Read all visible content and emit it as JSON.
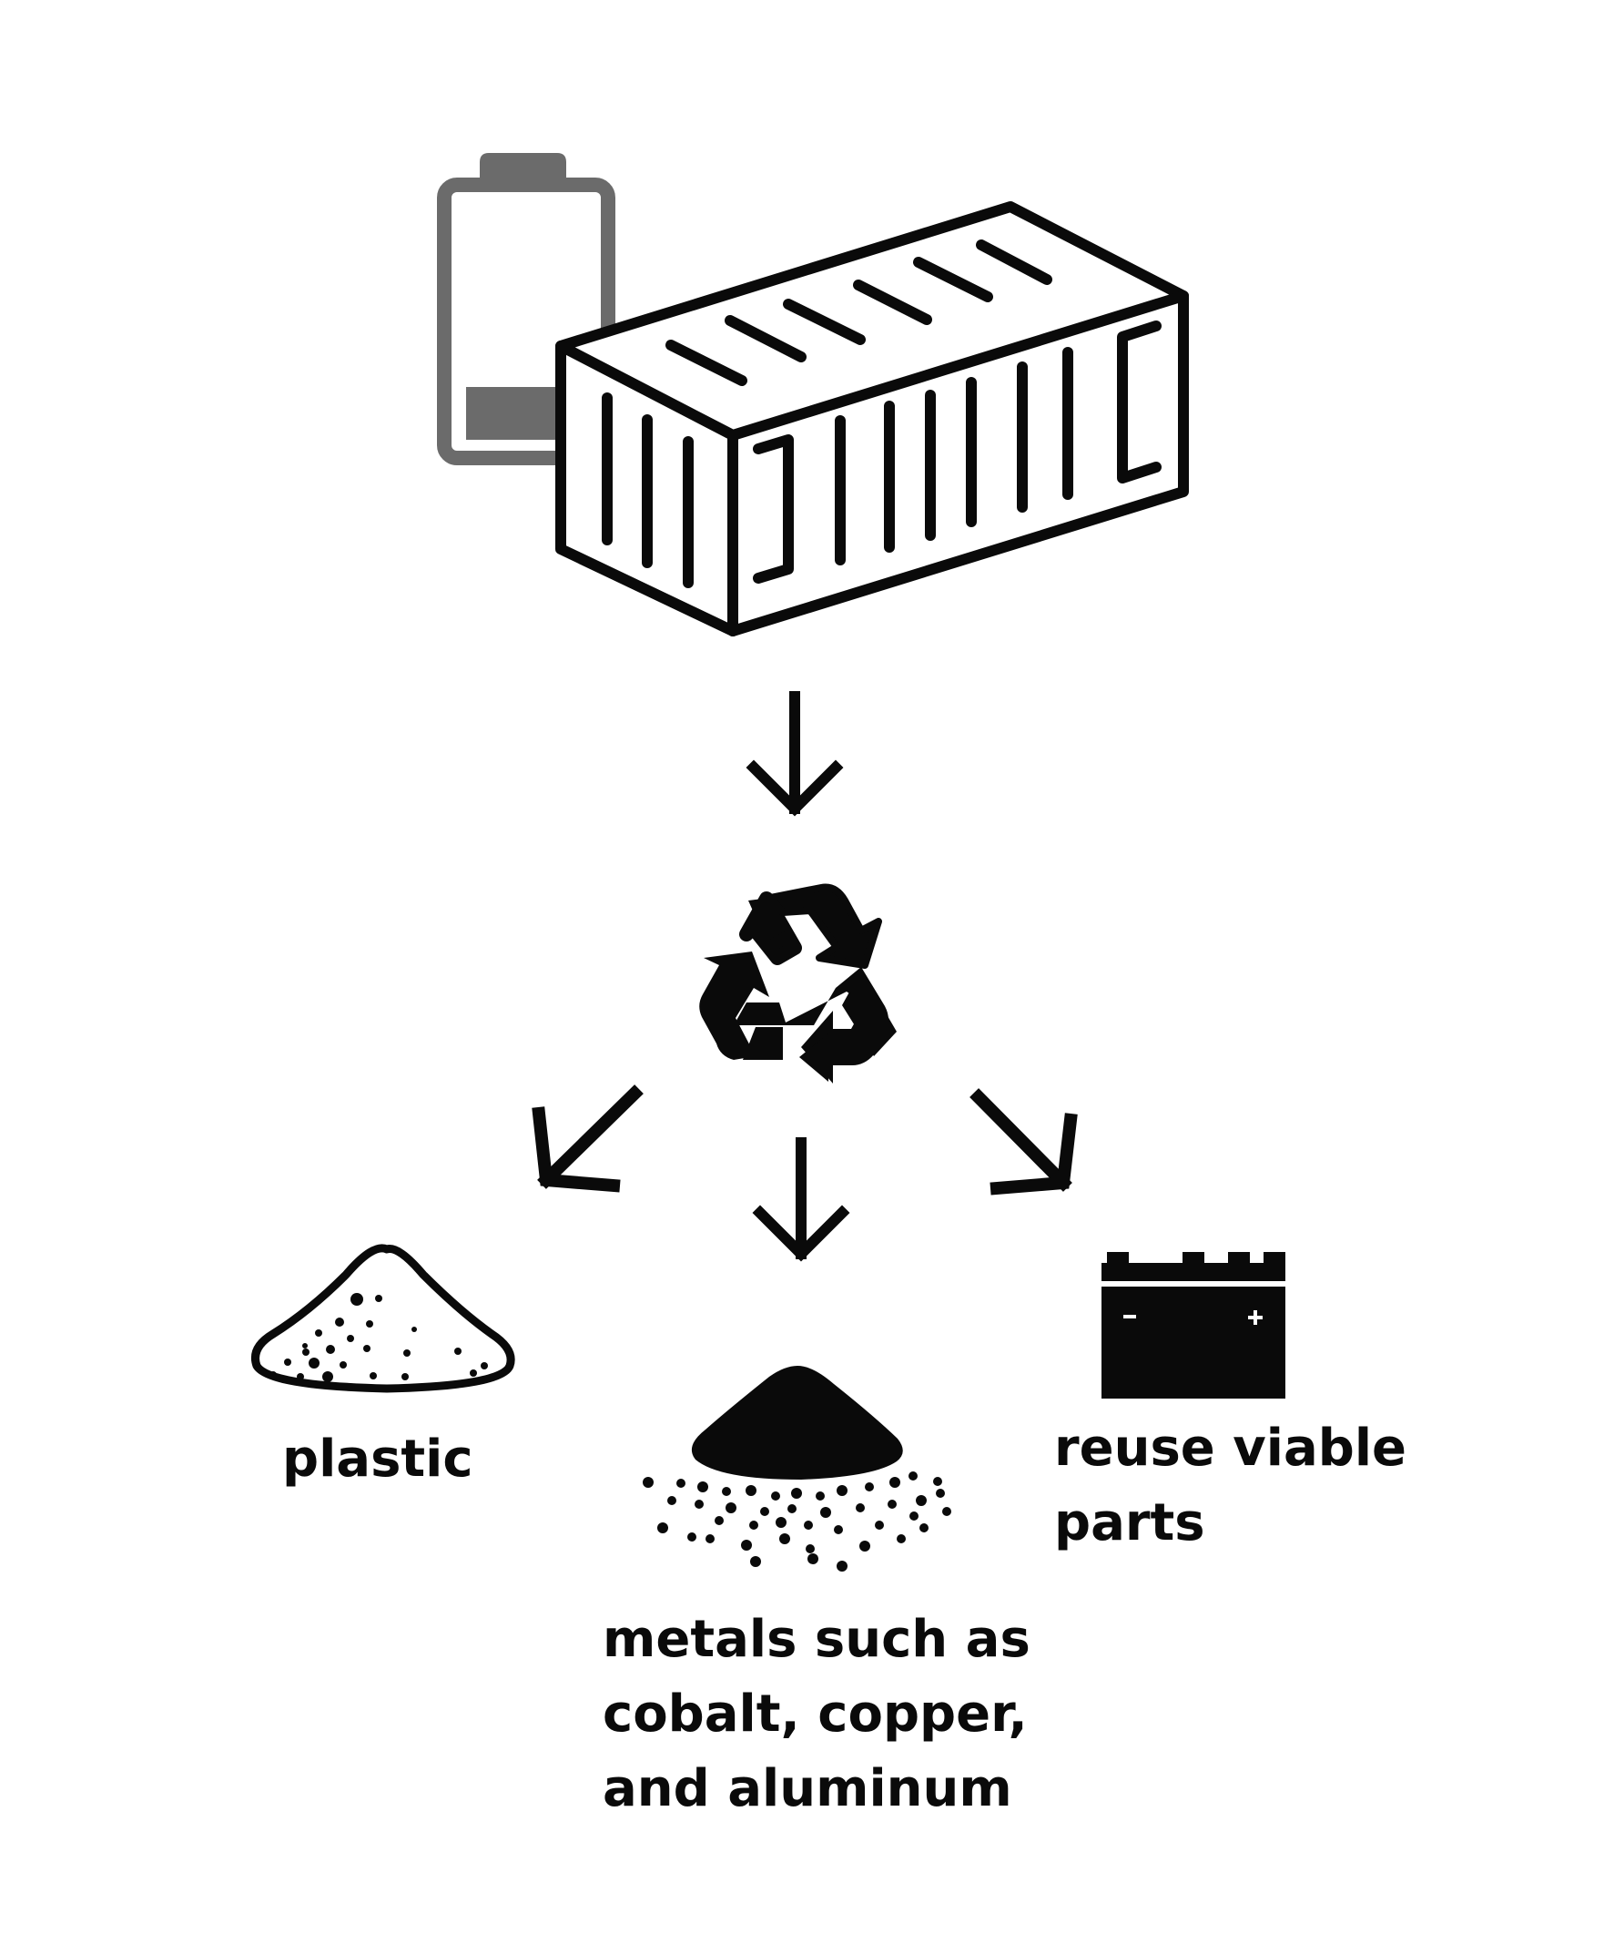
{
  "colors": {
    "ink": "#0a0a0a",
    "battery_gray": "#6b6b6b",
    "background": "#ffffff"
  },
  "icons": {
    "source_battery": "battery-low-icon",
    "container": "shipping-container-icon",
    "recycle": "recycle-icon",
    "plastic": "powder-pile-icon",
    "metals": "metal-powder-pile-icon",
    "parts": "car-battery-icon"
  },
  "outputs": {
    "plastic": {
      "lines": [
        "plastic"
      ]
    },
    "metals": {
      "lines": [
        "metals such as",
        "cobalt, copper,",
        "and aluminum"
      ]
    },
    "parts": {
      "lines": [
        "reuse viable",
        "parts"
      ]
    }
  }
}
